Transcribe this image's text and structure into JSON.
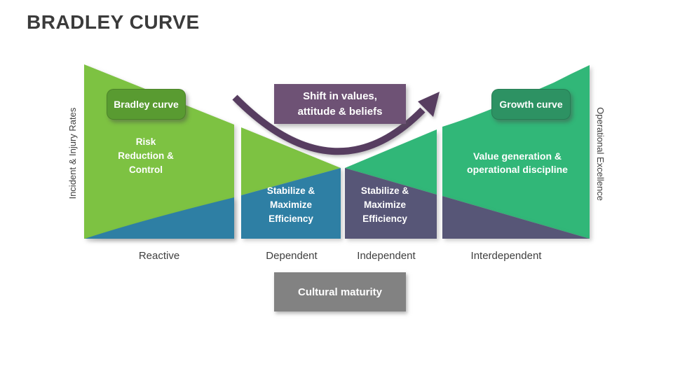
{
  "title": "BRADLEY CURVE",
  "axes": {
    "left": "Incident & Injury Rates",
    "right": "Operational Excellence"
  },
  "badges": {
    "bradley": "Bradley curve",
    "growth": "Growth curve"
  },
  "callout": {
    "text": "Shift in values,\nattitude & beliefs"
  },
  "segments": [
    {
      "stage": "Reactive",
      "label": "Risk\nReduction &\nControl",
      "top_color": "#7dc242",
      "bottom_color": "#2e7fa4"
    },
    {
      "stage": "Dependent",
      "label": "Stabilize &\nMaximize\nEfficiency",
      "top_color": "#7dc242",
      "bottom_color": "#2e7fa4"
    },
    {
      "stage": "Independent",
      "label": "Stabilize &\nMaximize\nEfficiency",
      "top_color": "#31b778",
      "bottom_color": "#575677"
    },
    {
      "stage": "Interdependent",
      "label": "Value generation &\noperational discipline",
      "top_color": "#31b778",
      "bottom_color": "#575677"
    }
  ],
  "footer": {
    "label": "Cultural maturity",
    "color": "#828282"
  },
  "colors": {
    "arrow": "#573d60",
    "callout": "#6e5275",
    "bradley_badge": "#599b31",
    "growth_badge": "#2d9263",
    "title_text": "#3b3b3b"
  }
}
